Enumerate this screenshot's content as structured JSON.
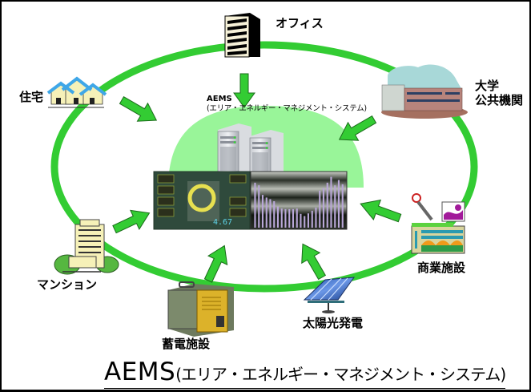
{
  "title": {
    "acronym": "AEMS",
    "expansion": "(エリア・エネルギー・マネジメント・システム)"
  },
  "center": {
    "label": "AEMS",
    "sublabel": "(エリア・エネルギー・マネジメント・システム)",
    "components": [
      "server-rack",
      "server-rack",
      "monitoring-dashboard",
      "bar-graph-display"
    ]
  },
  "nodes": [
    {
      "id": "office",
      "label": "オフィス",
      "icon": "office-building-icon"
    },
    {
      "id": "university",
      "label_line1": "大学",
      "label_line2": "公共機関",
      "icon": "school-building-icon"
    },
    {
      "id": "commercial",
      "label": "商業施設",
      "icon": "shopping-facility-icon"
    },
    {
      "id": "solar",
      "label": "太陽光発電",
      "icon": "solar-panel-icon"
    },
    {
      "id": "storage",
      "label": "蓄電施設",
      "icon": "battery-storage-icon"
    },
    {
      "id": "mansion",
      "label": "マンション",
      "icon": "apartment-building-icon"
    },
    {
      "id": "housing",
      "label": "住宅",
      "icon": "houses-icon"
    }
  ],
  "colors": {
    "ring": "#33cc33",
    "arrow_fill": "#33cc33",
    "arrow_stroke": "#1a6b1a",
    "center_glow": "#99f599",
    "frame": "#000000"
  },
  "bar_display": {
    "values": [
      0.85,
      0.8,
      0.62,
      0.57,
      0.54,
      0.5,
      0.4,
      0.36,
      0.35,
      0.35,
      0.35,
      0.36,
      0.26,
      0.22,
      0.27,
      0.32,
      0.38,
      0.7,
      0.75,
      0.85,
      0.96,
      0.8,
      0.9,
      0.82
    ]
  }
}
